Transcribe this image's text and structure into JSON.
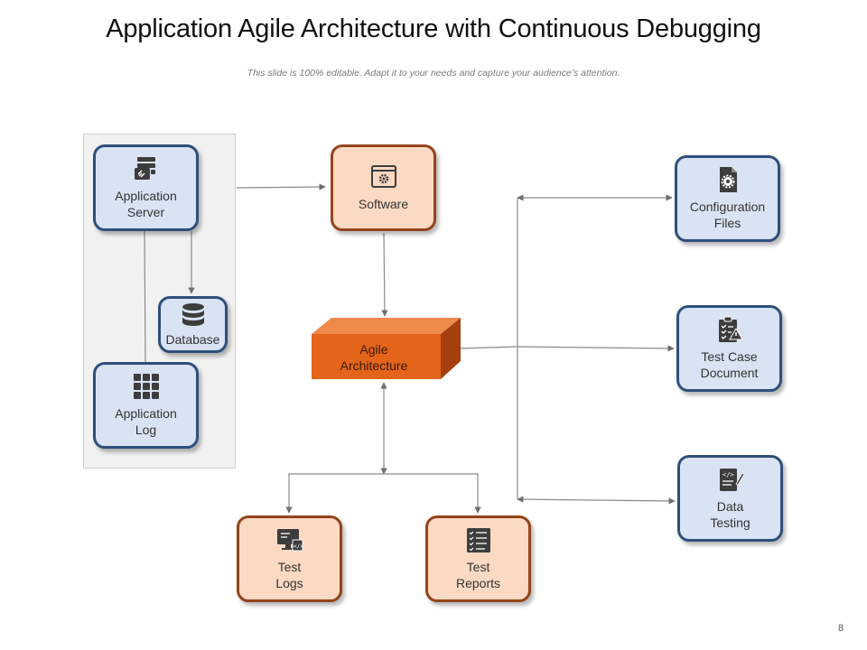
{
  "header": {
    "title": "Application Agile Architecture with Continuous Debugging",
    "subtitle": "This slide is 100% editable. Adapt it to your needs and capture your audience’s attention."
  },
  "nodes": {
    "application_server": "Application\nServer",
    "database": "Database",
    "application_log": "Application\nLog",
    "software": "Software",
    "agile_architecture": "Agile\nArchitecture",
    "configuration_files": "Configuration\nFiles",
    "test_case_document": "Test Case\nDocument",
    "data_testing": "Data\nTesting",
    "test_logs": "Test\nLogs",
    "test_reports": "Test\nReports"
  },
  "icons": {
    "application_server": "server-link-icon",
    "database": "database-icon",
    "application_log": "app-grid-icon",
    "software": "software-window-icon",
    "configuration_files": "config-file-icon",
    "test_case_document": "test-clipboard-icon",
    "data_testing": "code-document-icon",
    "test_logs": "monitor-code-icon",
    "test_reports": "checklist-icon"
  },
  "colors": {
    "blue_fill": "#d9e3f3",
    "blue_border": "#2e4f7b",
    "orange_fill": "#fbd9c3",
    "orange_border": "#93441b",
    "architecture_front": "#e4641c",
    "architecture_top": "#f08a4b",
    "architecture_side": "#a5400e"
  },
  "footer": {
    "page_number": "8"
  }
}
